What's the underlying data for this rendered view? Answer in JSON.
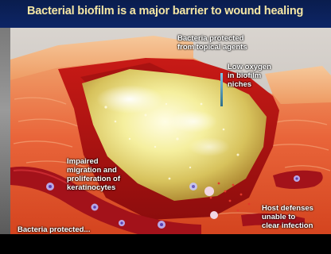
{
  "title": "Bacterial biofilm is a major barrier to wound healing",
  "labels": {
    "protected_top": "Bacteria protected\nfrom topical agents",
    "low_oxygen": "Low oxygen\nin biofilm\nniches",
    "impaired": "Impaired\nmigration and\nproliferation of\nkeratinocytes",
    "host_defenses": "Host defenses\nunable to\nclear infection",
    "protected_bottom": "Bacteria protected..."
  },
  "colors": {
    "title_bg": "#0d2566",
    "title_text": "#f4e6a4",
    "tissue": "#e9653a",
    "wound_bed": "#b01414",
    "biofilm": "#f3eb9a"
  }
}
